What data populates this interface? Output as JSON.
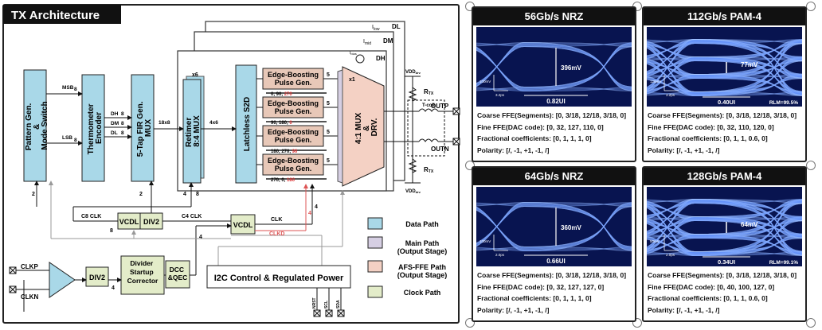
{
  "architecture": {
    "title": "TX Architecture",
    "blocks": {
      "pattern_gen": "Pattern Gen.\n&\nMode Switch",
      "thermometer": "Thermometer\nEncoder",
      "fir": "5-Tap FIR Gen.\nMUX",
      "retimer": "Retimer\n8:4 MUX",
      "latchless": "Latchless S2D",
      "edge_boost": "Edge-Boosting\nPulse Gen.",
      "mux_drv": "4:1 MUX\n&\nDRV.",
      "vcdl": "VCDL",
      "div2": "DIV2",
      "divider_startup": "Divider\nStartup\nCorrector",
      "dcc": "DCC\n&QEC",
      "i2c": "I2C Control & Regulated Power"
    },
    "signals": {
      "msb": "MSB",
      "lsb": "LSB",
      "dh": "DH",
      "dm": "DM",
      "dl": "DL",
      "n8": "8",
      "n18x8": "18x8",
      "n4x6": "4x6",
      "x6": "x6",
      "x1": "x1",
      "n4": "4",
      "n2": "2",
      "n5": "5",
      "c8clk": "C8 CLK",
      "c4clk": "C4 CLK",
      "clk": "CLK",
      "clkd": "CLKD",
      "clkp": "CLKP",
      "clkn": "CLKN",
      "vddtop": "VDD",
      "vddsub": "drv",
      "rtx": "R",
      "rtxsub": "TX",
      "tcoil": "T-coil",
      "outp": "OUTP",
      "outn": "OUTN",
      "ibias": "I",
      "ibiassub": "bias",
      "phases": [
        "0, 90",
        "90, 180",
        "180, 270",
        "270, 0"
      ],
      "phases_red": [
        "270",
        "0",
        "90",
        "180"
      ],
      "layer_dl": "DL",
      "layer_dm": "DM",
      "layer_dh": "DH",
      "layer_low": "I",
      "layer_lowsub": "low",
      "layer_mid": "I",
      "layer_midsub": "mid",
      "nrst": "NRST",
      "scl": "SCL",
      "sda": "SDA"
    },
    "legend": [
      {
        "label": "Data Path",
        "color": "#a9d8e8"
      },
      {
        "label": "Main Path\n(Output Stage)",
        "color": "#d6cfe3"
      },
      {
        "label": "AFS-FFE Path\n(Output Stage)",
        "color": "#f4d1c4"
      },
      {
        "label": "Clock Path",
        "color": "#e3ecc9"
      }
    ],
    "colors": {
      "data": "#a9d8e8",
      "main": "#d6cfe3",
      "afs": "#f4d1c4",
      "clock": "#e3ecc9",
      "edge": "#e8c8b8"
    }
  },
  "eye_panels": [
    {
      "title": "56Gb/s NRZ",
      "type": "nrz",
      "amplitude": "396mV",
      "ui": "0.82UI",
      "scale_v": "100mV",
      "scale_t": "3.2ps",
      "rlm": "",
      "lines": [
        "Coarse FFE(Segments): [0, 3/18, 12/18, 3/18, 0]",
        "Fine FFE(DAC code): [0, 32, 127, 110, 0]",
        "Fractional coefficients: [0, 1, 1, 1, 0]",
        "Polarity: [/, -1, +1, -1, /]"
      ]
    },
    {
      "title": "112Gb/s PAM-4",
      "type": "pam4",
      "amplitude": "77mV",
      "ui": "0.40UI",
      "scale_v": "120mV",
      "scale_t": "3.2ps",
      "rlm": "RLM=99.5%",
      "lines": [
        "Coarse FFE(Segments): [0, 3/18, 12/18, 3/18, 0]",
        "Fine FFE(DAC code): [0, 32, 110, 120, 0]",
        "Fractional coefficients: [0, 1, 1, 0.6, 0]",
        "Polarity: [/, -1, +1, -1, /]"
      ]
    },
    {
      "title": "64Gb/s NRZ",
      "type": "nrz",
      "amplitude": "360mV",
      "ui": "0.66UI",
      "scale_v": "100mV",
      "scale_t": "2.0ps",
      "rlm": "",
      "lines": [
        "Coarse FFE(Segments): [0, 3/18, 12/18, 3/18, 0]",
        "Fine FFE(DAC code): [0, 32, 127, 127, 0]",
        "Fractional coefficients: [0, 1, 1, 1, 0]",
        "Polarity: [/, -1, +1, -1, /]"
      ]
    },
    {
      "title": "128Gb/s PAM-4",
      "type": "pam4",
      "amplitude": "64mV",
      "ui": "0.34UI",
      "scale_v": "50mV",
      "scale_t": "2.0ps",
      "rlm": "RLM=99.1%",
      "lines": [
        "Coarse FFE(Segments): [0, 3/18, 12/18, 3/18, 0]",
        "Fine FFE(DAC code): [0, 40, 100, 127, 0]",
        "Fractional coefficients: [0, 1, 1, 0.6, 0]",
        "Polarity: [/, -1, +1, -1, /]"
      ]
    }
  ]
}
